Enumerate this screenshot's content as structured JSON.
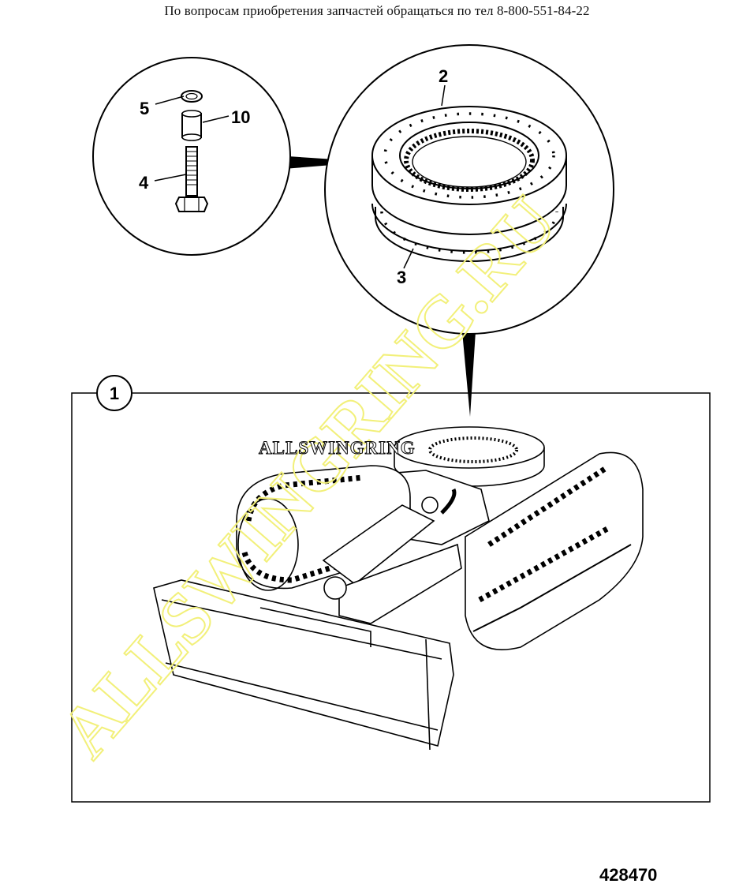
{
  "header": {
    "contact_text": "По вопросам приобретения запчастей обращаться по тел 8-800-551-84-22"
  },
  "callouts": {
    "bolt_parts": {
      "washer": "5",
      "spacer": "10",
      "bolt": "4"
    },
    "ring_parts": {
      "upper_ring": "2",
      "lower_ring": "3"
    },
    "assembly": "1"
  },
  "watermarks": {
    "diagonal": "ALLSWINGRING.RU",
    "banner": "ALLSWINGRING"
  },
  "figure_id": "428470",
  "colors": {
    "line": "#000000",
    "watermark": "#f2f07a",
    "background": "#ffffff"
  }
}
